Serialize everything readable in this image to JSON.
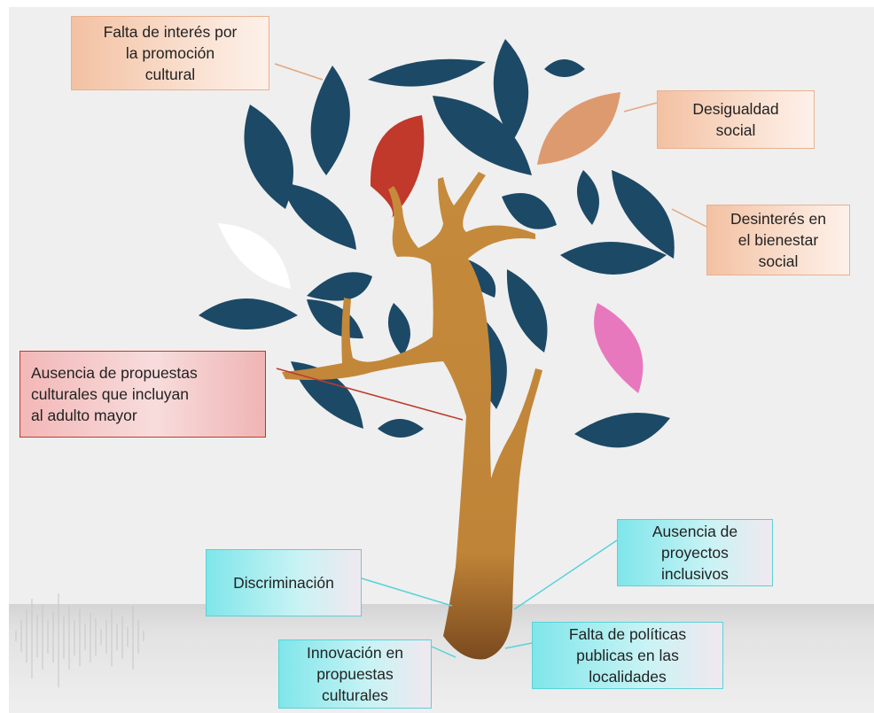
{
  "labels": {
    "top_left": "Falta de interés por\nla promoción\ncultural",
    "desigualdad": "Desigualdad\nsocial",
    "desinteres": "Desinterés en\nel bienestar\nsocial",
    "ausencia_propuestas": "Ausencia de propuestas\nculturales que incluyan\nal adulto mayor",
    "discriminacion": "Discriminación",
    "ausencia_proyectos": "Ausencia de\nproyectos\ninclusivos",
    "innovacion": "Innovación en\npropuestas\nculturales",
    "falta_politicas": "Falta de políticas\npublicas en las\nlocalidades"
  },
  "colors": {
    "leaf_navy": "#1c4966",
    "leaf_red": "#c0392b",
    "leaf_peach": "#dd9a6e",
    "leaf_pink": "#e878bd",
    "leaf_white": "#ffffff",
    "trunk": "#c68a3c",
    "trunk_dark": "#7a4a1f",
    "background": "#efefef",
    "ground": "#dcdcdc"
  }
}
